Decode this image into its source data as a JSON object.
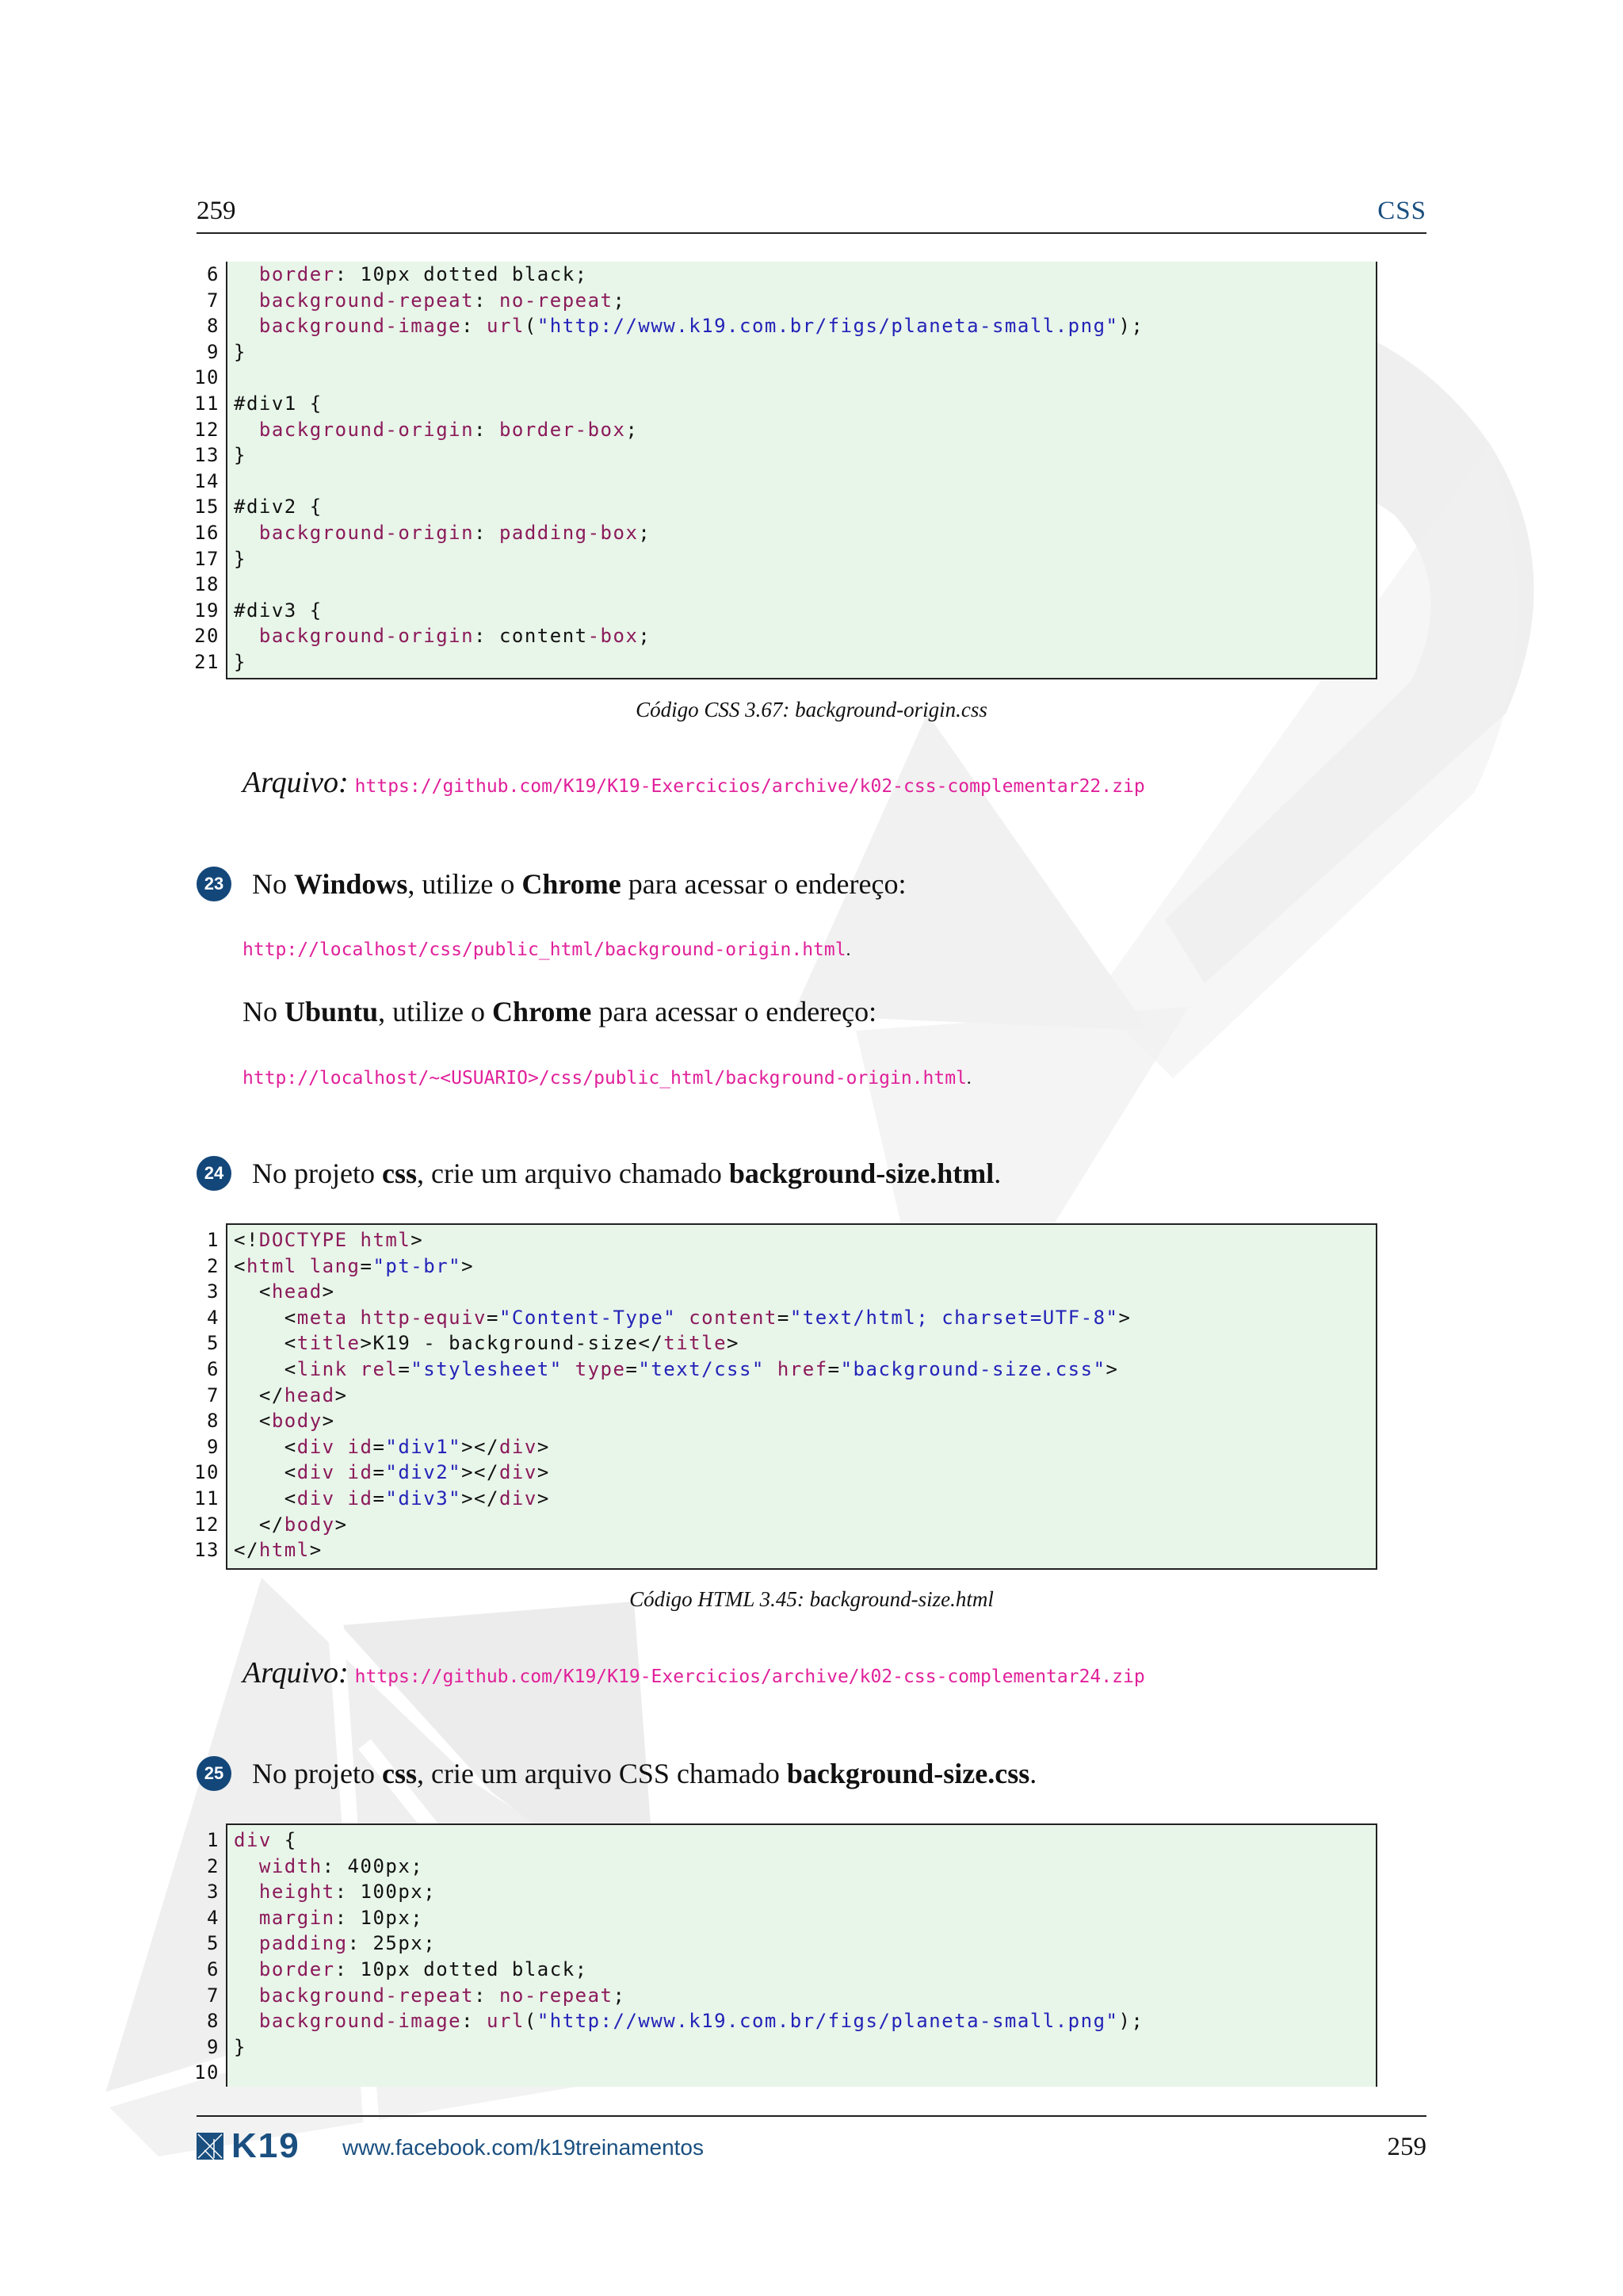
{
  "header": {
    "page_number": "259",
    "chapter": "CSS"
  },
  "code_blocks": [
    {
      "id": "background-origin-css",
      "lines": [
        {
          "n": "6",
          "tokens": [
            {
              "t": "  ",
              "c": "p"
            },
            {
              "t": "border",
              "c": "k"
            },
            {
              "t": ": 10px dotted black;",
              "c": "p"
            }
          ]
        },
        {
          "n": "7",
          "tokens": [
            {
              "t": "  ",
              "c": "p"
            },
            {
              "t": "background-repeat",
              "c": "k"
            },
            {
              "t": ": ",
              "c": "p"
            },
            {
              "t": "no-repeat",
              "c": "k"
            },
            {
              "t": ";",
              "c": "p"
            }
          ]
        },
        {
          "n": "8",
          "tokens": [
            {
              "t": "  ",
              "c": "p"
            },
            {
              "t": "background-image",
              "c": "k"
            },
            {
              "t": ": ",
              "c": "p"
            },
            {
              "t": "url",
              "c": "k"
            },
            {
              "t": "(",
              "c": "p"
            },
            {
              "t": "\"http://www.k19.com.br/figs/planeta-small.png\"",
              "c": "s"
            },
            {
              "t": ");",
              "c": "p"
            }
          ]
        },
        {
          "n": "9",
          "tokens": [
            {
              "t": "}",
              "c": "p"
            }
          ]
        },
        {
          "n": "10",
          "tokens": []
        },
        {
          "n": "11",
          "tokens": [
            {
              "t": "#div1 {",
              "c": "p"
            }
          ]
        },
        {
          "n": "12",
          "tokens": [
            {
              "t": "  ",
              "c": "p"
            },
            {
              "t": "background-origin",
              "c": "k"
            },
            {
              "t": ": ",
              "c": "p"
            },
            {
              "t": "border-box",
              "c": "k"
            },
            {
              "t": ";",
              "c": "p"
            }
          ]
        },
        {
          "n": "13",
          "tokens": [
            {
              "t": "}",
              "c": "p"
            }
          ]
        },
        {
          "n": "14",
          "tokens": []
        },
        {
          "n": "15",
          "tokens": [
            {
              "t": "#div2 {",
              "c": "p"
            }
          ]
        },
        {
          "n": "16",
          "tokens": [
            {
              "t": "  ",
              "c": "p"
            },
            {
              "t": "background-origin",
              "c": "k"
            },
            {
              "t": ": ",
              "c": "p"
            },
            {
              "t": "padding-box",
              "c": "k"
            },
            {
              "t": ";",
              "c": "p"
            }
          ]
        },
        {
          "n": "17",
          "tokens": [
            {
              "t": "}",
              "c": "p"
            }
          ]
        },
        {
          "n": "18",
          "tokens": []
        },
        {
          "n": "19",
          "tokens": [
            {
              "t": "#div3 {",
              "c": "p"
            }
          ]
        },
        {
          "n": "20",
          "tokens": [
            {
              "t": "  ",
              "c": "p"
            },
            {
              "t": "background-origin",
              "c": "k"
            },
            {
              "t": ": content",
              "c": "p"
            },
            {
              "t": "-box",
              "c": "k"
            },
            {
              "t": ";",
              "c": "p"
            }
          ]
        },
        {
          "n": "21",
          "tokens": [
            {
              "t": "}",
              "c": "p"
            }
          ]
        }
      ]
    },
    {
      "id": "background-size-html",
      "lines": [
        {
          "n": "1",
          "tokens": [
            {
              "t": "<!",
              "c": "p"
            },
            {
              "t": "DOCTYPE html",
              "c": "k"
            },
            {
              "t": ">",
              "c": "p"
            }
          ]
        },
        {
          "n": "2",
          "tokens": [
            {
              "t": "<",
              "c": "p"
            },
            {
              "t": "html lang",
              "c": "k"
            },
            {
              "t": "=",
              "c": "p"
            },
            {
              "t": "\"pt-br\"",
              "c": "s"
            },
            {
              "t": ">",
              "c": "p"
            }
          ]
        },
        {
          "n": "3",
          "tokens": [
            {
              "t": "  <",
              "c": "p"
            },
            {
              "t": "head",
              "c": "k"
            },
            {
              "t": ">",
              "c": "p"
            }
          ]
        },
        {
          "n": "4",
          "tokens": [
            {
              "t": "    <",
              "c": "p"
            },
            {
              "t": "meta http-equiv",
              "c": "k"
            },
            {
              "t": "=",
              "c": "p"
            },
            {
              "t": "\"Content-Type\"",
              "c": "s"
            },
            {
              "t": " ",
              "c": "p"
            },
            {
              "t": "content",
              "c": "k"
            },
            {
              "t": "=",
              "c": "p"
            },
            {
              "t": "\"text/html; charset=UTF-8\"",
              "c": "s"
            },
            {
              "t": ">",
              "c": "p"
            }
          ]
        },
        {
          "n": "5",
          "tokens": [
            {
              "t": "    <",
              "c": "p"
            },
            {
              "t": "title",
              "c": "k"
            },
            {
              "t": ">K19 - background-size</",
              "c": "p"
            },
            {
              "t": "title",
              "c": "k"
            },
            {
              "t": ">",
              "c": "p"
            }
          ]
        },
        {
          "n": "6",
          "tokens": [
            {
              "t": "    <",
              "c": "p"
            },
            {
              "t": "link rel",
              "c": "k"
            },
            {
              "t": "=",
              "c": "p"
            },
            {
              "t": "\"stylesheet\"",
              "c": "s"
            },
            {
              "t": " ",
              "c": "p"
            },
            {
              "t": "type",
              "c": "k"
            },
            {
              "t": "=",
              "c": "p"
            },
            {
              "t": "\"text/css\"",
              "c": "s"
            },
            {
              "t": " ",
              "c": "p"
            },
            {
              "t": "href",
              "c": "k"
            },
            {
              "t": "=",
              "c": "p"
            },
            {
              "t": "\"background-size.css\"",
              "c": "s"
            },
            {
              "t": ">",
              "c": "p"
            }
          ]
        },
        {
          "n": "7",
          "tokens": [
            {
              "t": "  </",
              "c": "p"
            },
            {
              "t": "head",
              "c": "k"
            },
            {
              "t": ">",
              "c": "p"
            }
          ]
        },
        {
          "n": "8",
          "tokens": [
            {
              "t": "  <",
              "c": "p"
            },
            {
              "t": "body",
              "c": "k"
            },
            {
              "t": ">",
              "c": "p"
            }
          ]
        },
        {
          "n": "9",
          "tokens": [
            {
              "t": "    <",
              "c": "p"
            },
            {
              "t": "div id",
              "c": "k"
            },
            {
              "t": "=",
              "c": "p"
            },
            {
              "t": "\"div1\"",
              "c": "s"
            },
            {
              "t": "></",
              "c": "p"
            },
            {
              "t": "div",
              "c": "k"
            },
            {
              "t": ">",
              "c": "p"
            }
          ]
        },
        {
          "n": "10",
          "tokens": [
            {
              "t": "    <",
              "c": "p"
            },
            {
              "t": "div id",
              "c": "k"
            },
            {
              "t": "=",
              "c": "p"
            },
            {
              "t": "\"div2\"",
              "c": "s"
            },
            {
              "t": "></",
              "c": "p"
            },
            {
              "t": "div",
              "c": "k"
            },
            {
              "t": ">",
              "c": "p"
            }
          ]
        },
        {
          "n": "11",
          "tokens": [
            {
              "t": "    <",
              "c": "p"
            },
            {
              "t": "div id",
              "c": "k"
            },
            {
              "t": "=",
              "c": "p"
            },
            {
              "t": "\"div3\"",
              "c": "s"
            },
            {
              "t": "></",
              "c": "p"
            },
            {
              "t": "div",
              "c": "k"
            },
            {
              "t": ">",
              "c": "p"
            }
          ]
        },
        {
          "n": "12",
          "tokens": [
            {
              "t": "  </",
              "c": "p"
            },
            {
              "t": "body",
              "c": "k"
            },
            {
              "t": ">",
              "c": "p"
            }
          ]
        },
        {
          "n": "13",
          "tokens": [
            {
              "t": "</",
              "c": "p"
            },
            {
              "t": "html",
              "c": "k"
            },
            {
              "t": ">",
              "c": "p"
            }
          ]
        }
      ]
    },
    {
      "id": "background-size-css",
      "lines": [
        {
          "n": "1",
          "tokens": [
            {
              "t": "div",
              "c": "k"
            },
            {
              "t": " {",
              "c": "p"
            }
          ]
        },
        {
          "n": "2",
          "tokens": [
            {
              "t": "  ",
              "c": "p"
            },
            {
              "t": "width",
              "c": "k"
            },
            {
              "t": ": 400px;",
              "c": "p"
            }
          ]
        },
        {
          "n": "3",
          "tokens": [
            {
              "t": "  ",
              "c": "p"
            },
            {
              "t": "height",
              "c": "k"
            },
            {
              "t": ": 100px;",
              "c": "p"
            }
          ]
        },
        {
          "n": "4",
          "tokens": [
            {
              "t": "  ",
              "c": "p"
            },
            {
              "t": "margin",
              "c": "k"
            },
            {
              "t": ": 10px;",
              "c": "p"
            }
          ]
        },
        {
          "n": "5",
          "tokens": [
            {
              "t": "  ",
              "c": "p"
            },
            {
              "t": "padding",
              "c": "k"
            },
            {
              "t": ": 25px;",
              "c": "p"
            }
          ]
        },
        {
          "n": "6",
          "tokens": [
            {
              "t": "  ",
              "c": "p"
            },
            {
              "t": "border",
              "c": "k"
            },
            {
              "t": ": 10px dotted black;",
              "c": "p"
            }
          ]
        },
        {
          "n": "7",
          "tokens": [
            {
              "t": "  ",
              "c": "p"
            },
            {
              "t": "background-repeat",
              "c": "k"
            },
            {
              "t": ": ",
              "c": "p"
            },
            {
              "t": "no-repeat",
              "c": "k"
            },
            {
              "t": ";",
              "c": "p"
            }
          ]
        },
        {
          "n": "8",
          "tokens": [
            {
              "t": "  ",
              "c": "p"
            },
            {
              "t": "background-image",
              "c": "k"
            },
            {
              "t": ": ",
              "c": "p"
            },
            {
              "t": "url",
              "c": "k"
            },
            {
              "t": "(",
              "c": "p"
            },
            {
              "t": "\"http://www.k19.com.br/figs/planeta-small.png\"",
              "c": "s"
            },
            {
              "t": ");",
              "c": "p"
            }
          ]
        },
        {
          "n": "9",
          "tokens": [
            {
              "t": "}",
              "c": "p"
            }
          ]
        },
        {
          "n": "10",
          "tokens": []
        }
      ]
    }
  ],
  "captions": {
    "css_3_67": "Código CSS 3.67: background-origin.css",
    "html_3_45": "Código HTML 3.45: background-size.html"
  },
  "arquivo_label": "Arquivo:",
  "arquivo_links": {
    "a22": "https://github.com/K19/K19-Exercicios/archive/k02-css-complementar22.zip",
    "a24": "https://github.com/K19/K19-Exercicios/archive/k02-css-complementar24.zip"
  },
  "steps": {
    "s23": {
      "number": "23",
      "windows": {
        "pre": "No ",
        "b1": "Windows",
        "mid": ", utilize o ",
        "b2": "Chrome",
        "post": " para acessar o endereço:"
      },
      "windows_url": "http://localhost/css/public_html/background-origin.html",
      "ubuntu": {
        "pre": "No ",
        "b1": "Ubuntu",
        "mid": ", utilize o ",
        "b2": "Chrome",
        "post": " para acessar o endereço:"
      },
      "ubuntu_url": "http://localhost/~<USUARIO>/css/public_html/background-origin.html",
      "period": "."
    },
    "s24": {
      "number": "24",
      "pre": "No projeto ",
      "b1": "css",
      "mid": ", crie um arquivo chamado ",
      "b2": "background-size.html",
      "post": "."
    },
    "s25": {
      "number": "25",
      "pre": "No projeto ",
      "b1": "css",
      "mid": ", crie um arquivo CSS chamado ",
      "b2": "background-size.css",
      "post": "."
    }
  },
  "footer": {
    "brand": "K19",
    "site": "www.facebook.com/k19treinamentos",
    "page_number": "259"
  },
  "colors": {
    "brand_blue": "#1a4f80",
    "badge_blue": "#13477a",
    "code_bg": "#e8f5e9",
    "keyword": "#8b1a5a",
    "string": "#2323b8",
    "link": "#e0209a"
  }
}
